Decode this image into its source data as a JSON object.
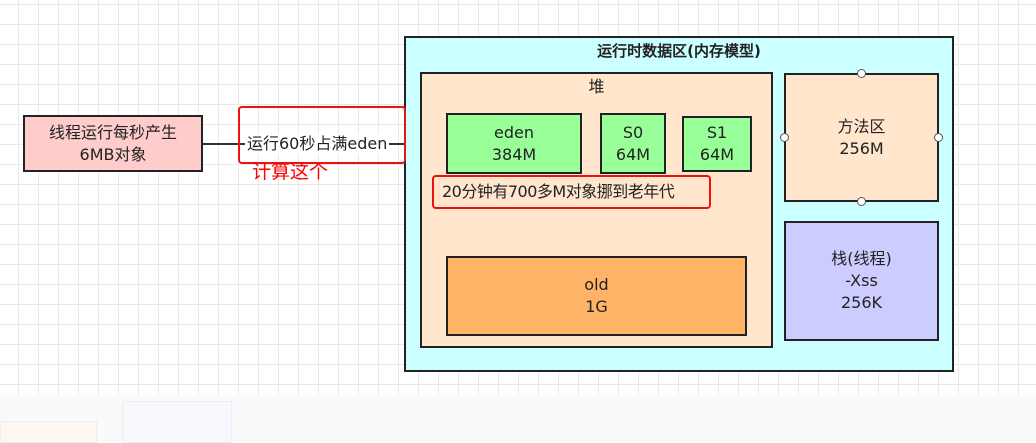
{
  "thread_box": {
    "line1": "线程运行每秒产生",
    "line2": "6MB对象"
  },
  "arrow_label": "运行60秒占满eden",
  "note": "计算这个",
  "runtime_area": {
    "title": "运行时数据区(内存模型)",
    "heap": {
      "title": "堆",
      "eden": {
        "name": "eden",
        "size": "384M"
      },
      "s0": {
        "name": "S0",
        "size": "64M"
      },
      "s1": {
        "name": "S1",
        "size": "64M"
      },
      "promotion_label": "20分钟有700多M对象挪到老年代",
      "old": {
        "name": "old",
        "size": "1G"
      }
    },
    "method_area": {
      "name": "方法区",
      "size": "256M"
    },
    "stack": {
      "line1": "栈(线程)",
      "line2": "-Xss",
      "line3": "256K"
    }
  },
  "colors": {
    "runtime_bg": "#ccffff",
    "heap_bg": "#ffe6cc",
    "young_gen": "#99ff99",
    "old_gen": "#ffb366",
    "stack_bg": "#ccccff",
    "thread_bg": "#ffcccc",
    "highlight": "#ee1111"
  }
}
